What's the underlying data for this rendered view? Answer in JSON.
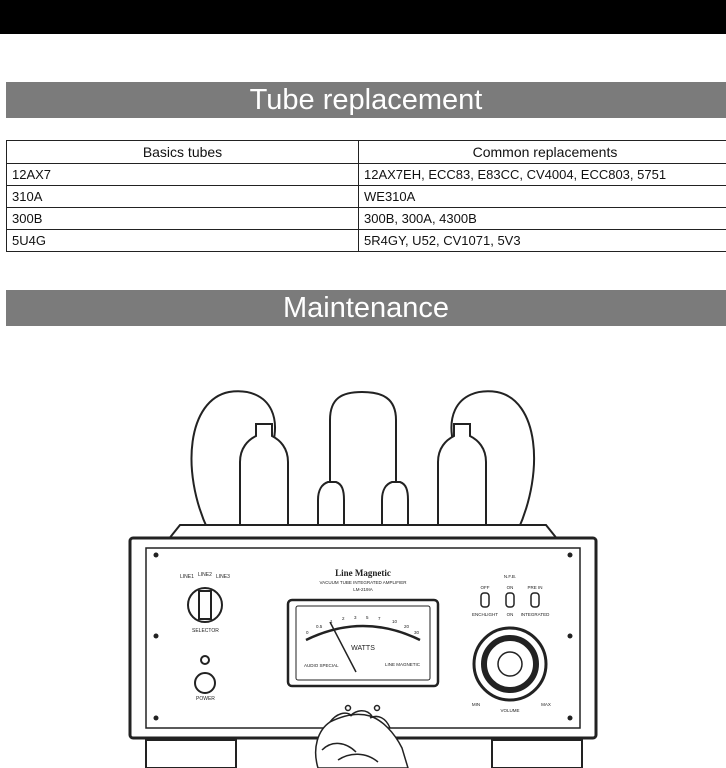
{
  "sections": {
    "tube_title": "Tube replacement",
    "maintenance_title": "Maintenance"
  },
  "table": {
    "headers": [
      "Basics tubes",
      "Common replacements"
    ],
    "rows": [
      [
        "12AX7",
        "12AX7EH, ECC83, E83CC, CV4004, ECC803, 5751"
      ],
      [
        "310A",
        "WE310A"
      ],
      [
        "300B",
        "300B, 300A, 4300B"
      ],
      [
        "5U4G",
        "5R4GY, U52, CV1071, 5V3"
      ]
    ]
  },
  "amp": {
    "brand": "Line Magnetic",
    "subtitle": "VACUUM TUBE INTEGRATED AMPLIFIER",
    "model": "LM-219IA",
    "line_labels": [
      "LINE1",
      "LINE2",
      "LINE3"
    ],
    "selector": "SELECTOR",
    "power": "POWER",
    "nfb": "N.F.B.",
    "switch_top": [
      "OFF",
      "ON",
      "PRE IN"
    ],
    "switch_bottom": [
      "ENCHLIGHT",
      "ON",
      "INTEGRATED"
    ],
    "volume": "VOLUME",
    "vol_min": "MIN",
    "vol_max": "MAX",
    "meter_watts": "WATTS",
    "meter_left": "AUDIO SPECIAL",
    "meter_brand": "LINE MAGNETIC",
    "meter_scale": [
      "0",
      "0.5",
      "1",
      "2",
      "3",
      "5",
      "7",
      "10",
      "20",
      "30"
    ]
  }
}
